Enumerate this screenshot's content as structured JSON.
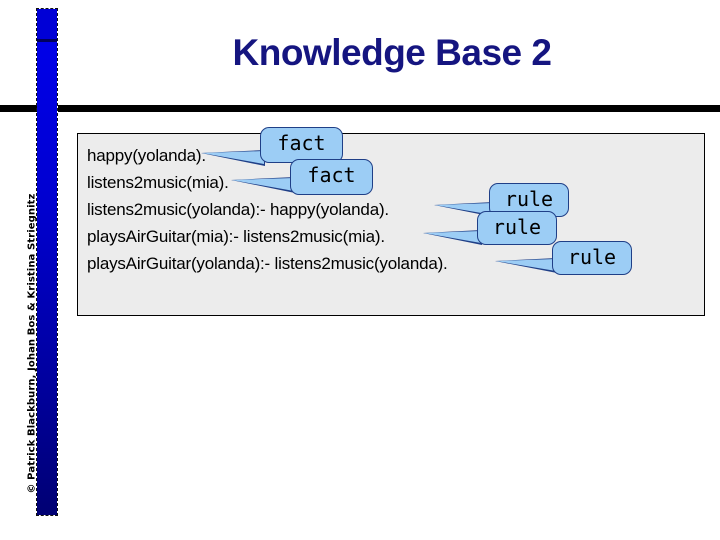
{
  "slide": {
    "title": "Knowledge Base 2",
    "title_color": "#151580",
    "background_color": "#ffffff",
    "accent_bar_color": "#0000d6",
    "rule_color": "#000000",
    "credit": "© Patrick Blackburn, Johan Bos & Kristina Striegnitz"
  },
  "knowledge_base": {
    "box_fill": "#ececec",
    "box_border": "#000000",
    "clauses": [
      {
        "text": "happy(yolanda).",
        "kind": "fact"
      },
      {
        "text": "listens2music(mia).",
        "kind": "fact"
      },
      {
        "text": "listens2music(yolanda):- happy(yolanda).",
        "kind": "rule"
      },
      {
        "text": "playsAirGuitar(mia):- listens2music(mia).",
        "kind": "rule"
      },
      {
        "text": "playsAirGuitar(yolanda):- listens2music(yolanda).",
        "kind": "rule"
      }
    ]
  },
  "callouts": {
    "fill": "#9ccdf5",
    "border": "#1f3f87",
    "items": [
      {
        "label": "fact",
        "target_clause": 0
      },
      {
        "label": "fact",
        "target_clause": 1
      },
      {
        "label": "rule",
        "target_clause": 2
      },
      {
        "label": "rule",
        "target_clause": 3
      },
      {
        "label": "rule",
        "target_clause": 4
      }
    ]
  }
}
